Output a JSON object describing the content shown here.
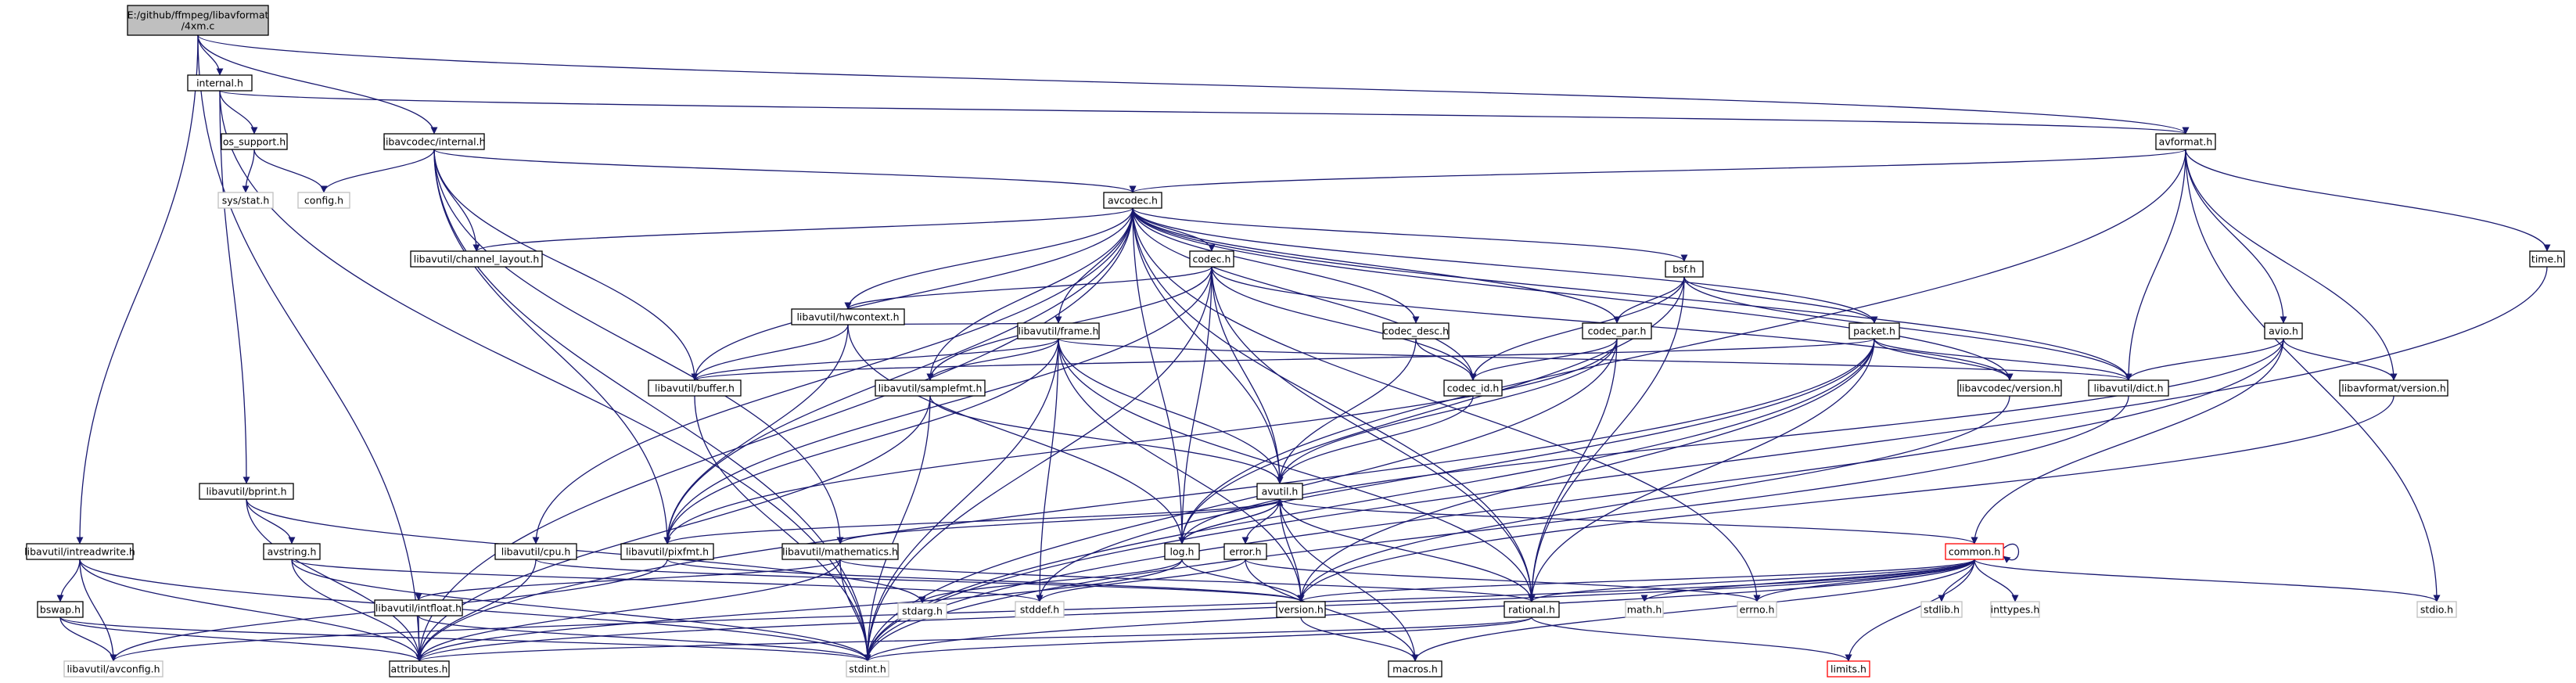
{
  "graph": {
    "colors": {
      "edge": "#191970",
      "root_fill": "#bfbfbf",
      "node_fill": "#ffffff",
      "node_stroke": "#000000",
      "external_stroke": "#bfbfbf",
      "truncated_stroke": "#ff0000",
      "text": "#000000"
    },
    "nodes": [
      {
        "id": "root",
        "label": "E:/github/ffmpeg/libavformat\n/4xm.c",
        "kind": "root"
      },
      {
        "id": "internal_h",
        "label": "internal.h",
        "kind": "doc"
      },
      {
        "id": "os_support",
        "label": "os_support.h",
        "kind": "doc"
      },
      {
        "id": "sys_stat",
        "label": "sys/stat.h",
        "kind": "external"
      },
      {
        "id": "config_h",
        "label": "config.h",
        "kind": "external"
      },
      {
        "id": "lavc_internal",
        "label": "libavcodec/internal.h",
        "kind": "doc"
      },
      {
        "id": "avformat_h",
        "label": "avformat.h",
        "kind": "doc"
      },
      {
        "id": "avcodec_h",
        "label": "avcodec.h",
        "kind": "doc"
      },
      {
        "id": "time_h",
        "label": "time.h",
        "kind": "doc"
      },
      {
        "id": "channel_layout",
        "label": "libavutil/channel_layout.h",
        "kind": "doc"
      },
      {
        "id": "codec_h",
        "label": "codec.h",
        "kind": "doc"
      },
      {
        "id": "hwcontext",
        "label": "libavutil/hwcontext.h",
        "kind": "doc"
      },
      {
        "id": "frame_h",
        "label": "libavutil/frame.h",
        "kind": "doc"
      },
      {
        "id": "codec_desc",
        "label": "codec_desc.h",
        "kind": "doc"
      },
      {
        "id": "bsf_h",
        "label": "bsf.h",
        "kind": "doc"
      },
      {
        "id": "codec_par",
        "label": "codec_par.h",
        "kind": "doc"
      },
      {
        "id": "packet_h",
        "label": "packet.h",
        "kind": "doc"
      },
      {
        "id": "avio_h",
        "label": "avio.h",
        "kind": "doc"
      },
      {
        "id": "buffer_h",
        "label": "libavutil/buffer.h",
        "kind": "doc"
      },
      {
        "id": "samplefmt",
        "label": "libavutil/samplefmt.h",
        "kind": "doc"
      },
      {
        "id": "codec_id",
        "label": "codec_id.h",
        "kind": "doc"
      },
      {
        "id": "lavc_version",
        "label": "libavcodec/version.h",
        "kind": "doc"
      },
      {
        "id": "dict_h",
        "label": "libavutil/dict.h",
        "kind": "doc"
      },
      {
        "id": "lavf_version",
        "label": "libavformat/version.h",
        "kind": "doc"
      },
      {
        "id": "bprint_h",
        "label": "libavutil/bprint.h",
        "kind": "doc"
      },
      {
        "id": "avutil_h",
        "label": "avutil.h",
        "kind": "doc"
      },
      {
        "id": "intreadwrite",
        "label": "libavutil/intreadwrite.h",
        "kind": "doc"
      },
      {
        "id": "cpu_h",
        "label": "libavutil/cpu.h",
        "kind": "doc"
      },
      {
        "id": "pixfmt",
        "label": "libavutil/pixfmt.h",
        "kind": "doc"
      },
      {
        "id": "mathematics",
        "label": "libavutil/mathematics.h",
        "kind": "doc"
      },
      {
        "id": "avstring",
        "label": "avstring.h",
        "kind": "doc"
      },
      {
        "id": "log_h",
        "label": "log.h",
        "kind": "doc"
      },
      {
        "id": "error_h",
        "label": "error.h",
        "kind": "doc"
      },
      {
        "id": "common_h",
        "label": "common.h",
        "kind": "truncated"
      },
      {
        "id": "bswap_h",
        "label": "bswap.h",
        "kind": "doc"
      },
      {
        "id": "intfloat",
        "label": "libavutil/intfloat.h",
        "kind": "doc"
      },
      {
        "id": "stdarg_h",
        "label": "stdarg.h",
        "kind": "external"
      },
      {
        "id": "stddef_h",
        "label": "stddef.h",
        "kind": "external"
      },
      {
        "id": "version_h",
        "label": "version.h",
        "kind": "doc"
      },
      {
        "id": "rational_h",
        "label": "rational.h",
        "kind": "doc"
      },
      {
        "id": "math_h",
        "label": "math.h",
        "kind": "external"
      },
      {
        "id": "errno_h",
        "label": "errno.h",
        "kind": "external"
      },
      {
        "id": "stdlib_h",
        "label": "stdlib.h",
        "kind": "external"
      },
      {
        "id": "inttypes_h",
        "label": "inttypes.h",
        "kind": "external"
      },
      {
        "id": "stdio_h",
        "label": "stdio.h",
        "kind": "external"
      },
      {
        "id": "avconfig",
        "label": "libavutil/avconfig.h",
        "kind": "external"
      },
      {
        "id": "attributes",
        "label": "attributes.h",
        "kind": "doc"
      },
      {
        "id": "stdint_h",
        "label": "stdint.h",
        "kind": "external"
      },
      {
        "id": "macros_h",
        "label": "macros.h",
        "kind": "doc"
      },
      {
        "id": "limits_h",
        "label": "limits.h",
        "kind": "truncated"
      }
    ],
    "edges": [
      [
        "root",
        "internal_h"
      ],
      [
        "root",
        "lavc_internal"
      ],
      [
        "root",
        "avformat_h"
      ],
      [
        "root",
        "intreadwrite"
      ],
      [
        "root",
        "attributes"
      ],
      [
        "internal_h",
        "os_support"
      ],
      [
        "internal_h",
        "avformat_h"
      ],
      [
        "internal_h",
        "bprint_h"
      ],
      [
        "internal_h",
        "stdint_h"
      ],
      [
        "os_support",
        "sys_stat"
      ],
      [
        "os_support",
        "config_h"
      ],
      [
        "lavc_internal",
        "config_h"
      ],
      [
        "lavc_internal",
        "avcodec_h"
      ],
      [
        "lavc_internal",
        "channel_layout"
      ],
      [
        "lavc_internal",
        "buffer_h"
      ],
      [
        "lavc_internal",
        "pixfmt"
      ],
      [
        "lavc_internal",
        "mathematics"
      ],
      [
        "lavc_internal",
        "stdint_h"
      ],
      [
        "avformat_h",
        "avcodec_h"
      ],
      [
        "avformat_h",
        "time_h"
      ],
      [
        "avformat_h",
        "avio_h"
      ],
      [
        "avformat_h",
        "dict_h"
      ],
      [
        "avformat_h",
        "lavf_version"
      ],
      [
        "avformat_h",
        "stdio_h"
      ],
      [
        "avformat_h",
        "log_h"
      ],
      [
        "time_h",
        "stdint_h"
      ],
      [
        "avcodec_h",
        "channel_layout"
      ],
      [
        "avcodec_h",
        "codec_h"
      ],
      [
        "avcodec_h",
        "hwcontext"
      ],
      [
        "avcodec_h",
        "frame_h"
      ],
      [
        "avcodec_h",
        "bsf_h"
      ],
      [
        "avcodec_h",
        "codec_par"
      ],
      [
        "avcodec_h",
        "packet_h"
      ],
      [
        "avcodec_h",
        "buffer_h"
      ],
      [
        "avcodec_h",
        "samplefmt"
      ],
      [
        "avcodec_h",
        "codec_desc"
      ],
      [
        "avcodec_h",
        "codec_id"
      ],
      [
        "avcodec_h",
        "lavc_version"
      ],
      [
        "avcodec_h",
        "dict_h"
      ],
      [
        "avcodec_h",
        "avutil_h"
      ],
      [
        "avcodec_h",
        "cpu_h"
      ],
      [
        "avcodec_h",
        "pixfmt"
      ],
      [
        "avcodec_h",
        "log_h"
      ],
      [
        "avcodec_h",
        "rational_h"
      ],
      [
        "avcodec_h",
        "attributes"
      ],
      [
        "avcodec_h",
        "errno_h"
      ],
      [
        "codec_h",
        "hwcontext"
      ],
      [
        "codec_h",
        "pixfmt"
      ],
      [
        "codec_h",
        "samplefmt"
      ],
      [
        "codec_h",
        "avutil_h"
      ],
      [
        "codec_h",
        "codec_id"
      ],
      [
        "codec_h",
        "log_h"
      ],
      [
        "codec_h",
        "rational_h"
      ],
      [
        "codec_h",
        "lavc_version"
      ],
      [
        "codec_h",
        "stdint_h"
      ],
      [
        "hwcontext",
        "buffer_h"
      ],
      [
        "hwcontext",
        "frame_h"
      ],
      [
        "hwcontext",
        "log_h"
      ],
      [
        "hwcontext",
        "pixfmt"
      ],
      [
        "frame_h",
        "buffer_h"
      ],
      [
        "frame_h",
        "dict_h"
      ],
      [
        "frame_h",
        "samplefmt"
      ],
      [
        "frame_h",
        "avutil_h"
      ],
      [
        "frame_h",
        "pixfmt"
      ],
      [
        "frame_h",
        "rational_h"
      ],
      [
        "frame_h",
        "version_h"
      ],
      [
        "frame_h",
        "stddef_h"
      ],
      [
        "frame_h",
        "stdint_h"
      ],
      [
        "codec_desc",
        "codec_id"
      ],
      [
        "codec_desc",
        "avutil_h"
      ],
      [
        "bsf_h",
        "codec_par"
      ],
      [
        "bsf_h",
        "packet_h"
      ],
      [
        "bsf_h",
        "codec_id"
      ],
      [
        "bsf_h",
        "dict_h"
      ],
      [
        "bsf_h",
        "log_h"
      ],
      [
        "bsf_h",
        "rational_h"
      ],
      [
        "codec_par",
        "codec_id"
      ],
      [
        "codec_par",
        "avutil_h"
      ],
      [
        "codec_par",
        "pixfmt"
      ],
      [
        "codec_par",
        "rational_h"
      ],
      [
        "codec_par",
        "stdint_h"
      ],
      [
        "packet_h",
        "buffer_h"
      ],
      [
        "packet_h",
        "dict_h"
      ],
      [
        "packet_h",
        "lavc_version"
      ],
      [
        "packet_h",
        "rational_h"
      ],
      [
        "packet_h",
        "attributes"
      ],
      [
        "packet_h",
        "version_h"
      ],
      [
        "packet_h",
        "stdint_h"
      ],
      [
        "packet_h",
        "stddef_h"
      ],
      [
        "avio_h",
        "dict_h"
      ],
      [
        "avio_h",
        "lavf_version"
      ],
      [
        "avio_h",
        "log_h"
      ],
      [
        "avio_h",
        "common_h"
      ],
      [
        "avio_h",
        "stdint_h"
      ],
      [
        "buffer_h",
        "stdint_h"
      ],
      [
        "samplefmt",
        "avutil_h"
      ],
      [
        "samplefmt",
        "attributes"
      ],
      [
        "samplefmt",
        "stdint_h"
      ],
      [
        "codec_id",
        "avutil_h"
      ],
      [
        "lavc_version",
        "version_h"
      ],
      [
        "dict_h",
        "stdint_h"
      ],
      [
        "lavf_version",
        "version_h"
      ],
      [
        "bprint_h",
        "avstring"
      ],
      [
        "bprint_h",
        "attributes"
      ],
      [
        "bprint_h",
        "stdarg_h"
      ],
      [
        "avstring",
        "attributes"
      ],
      [
        "avstring",
        "stddef_h"
      ],
      [
        "avstring",
        "stdint_h"
      ],
      [
        "avutil_h",
        "common_h"
      ],
      [
        "avutil_h",
        "error_h"
      ],
      [
        "avutil_h",
        "version_h"
      ],
      [
        "avutil_h",
        "mathematics"
      ],
      [
        "avutil_h",
        "rational_h"
      ],
      [
        "avutil_h",
        "log_h"
      ],
      [
        "avutil_h",
        "pixfmt"
      ],
      [
        "avutil_h",
        "macros_h"
      ],
      [
        "mathematics",
        "attributes"
      ],
      [
        "mathematics",
        "rational_h"
      ],
      [
        "mathematics",
        "intfloat"
      ],
      [
        "mathematics",
        "stdint_h"
      ],
      [
        "log_h",
        "stdarg_h"
      ],
      [
        "log_h",
        "attributes"
      ],
      [
        "log_h",
        "version_h"
      ],
      [
        "log_h",
        "avutil_h"
      ],
      [
        "error_h",
        "errno_h"
      ],
      [
        "error_h",
        "stddef_h"
      ],
      [
        "error_h",
        "macros_h"
      ],
      [
        "common_h",
        "attributes"
      ],
      [
        "common_h",
        "macros_h"
      ],
      [
        "common_h",
        "version_h"
      ],
      [
        "common_h",
        "rational_h"
      ],
      [
        "common_h",
        "math_h"
      ],
      [
        "common_h",
        "errno_h"
      ],
      [
        "common_h",
        "stdlib_h"
      ],
      [
        "common_h",
        "inttypes_h"
      ],
      [
        "common_h",
        "stdio_h"
      ],
      [
        "common_h",
        "limits_h"
      ],
      [
        "common_h",
        "avconfig"
      ],
      [
        "common_h",
        "stdint_h"
      ],
      [
        "common_h",
        "common_h"
      ],
      [
        "intreadwrite",
        "bswap_h"
      ],
      [
        "intreadwrite",
        "avconfig"
      ],
      [
        "intreadwrite",
        "attributes"
      ],
      [
        "intreadwrite",
        "stdint_h"
      ],
      [
        "bswap_h",
        "avconfig"
      ],
      [
        "bswap_h",
        "attributes"
      ],
      [
        "bswap_h",
        "stdint_h"
      ],
      [
        "cpu_h",
        "attributes"
      ],
      [
        "cpu_h",
        "version_h"
      ],
      [
        "pixfmt",
        "avconfig"
      ],
      [
        "pixfmt",
        "version_h"
      ],
      [
        "intfloat",
        "attributes"
      ],
      [
        "intfloat",
        "stdint_h"
      ],
      [
        "rational_h",
        "attributes"
      ],
      [
        "rational_h",
        "stdint_h"
      ],
      [
        "rational_h",
        "limits_h"
      ],
      [
        "version_h",
        "macros_h"
      ]
    ]
  }
}
